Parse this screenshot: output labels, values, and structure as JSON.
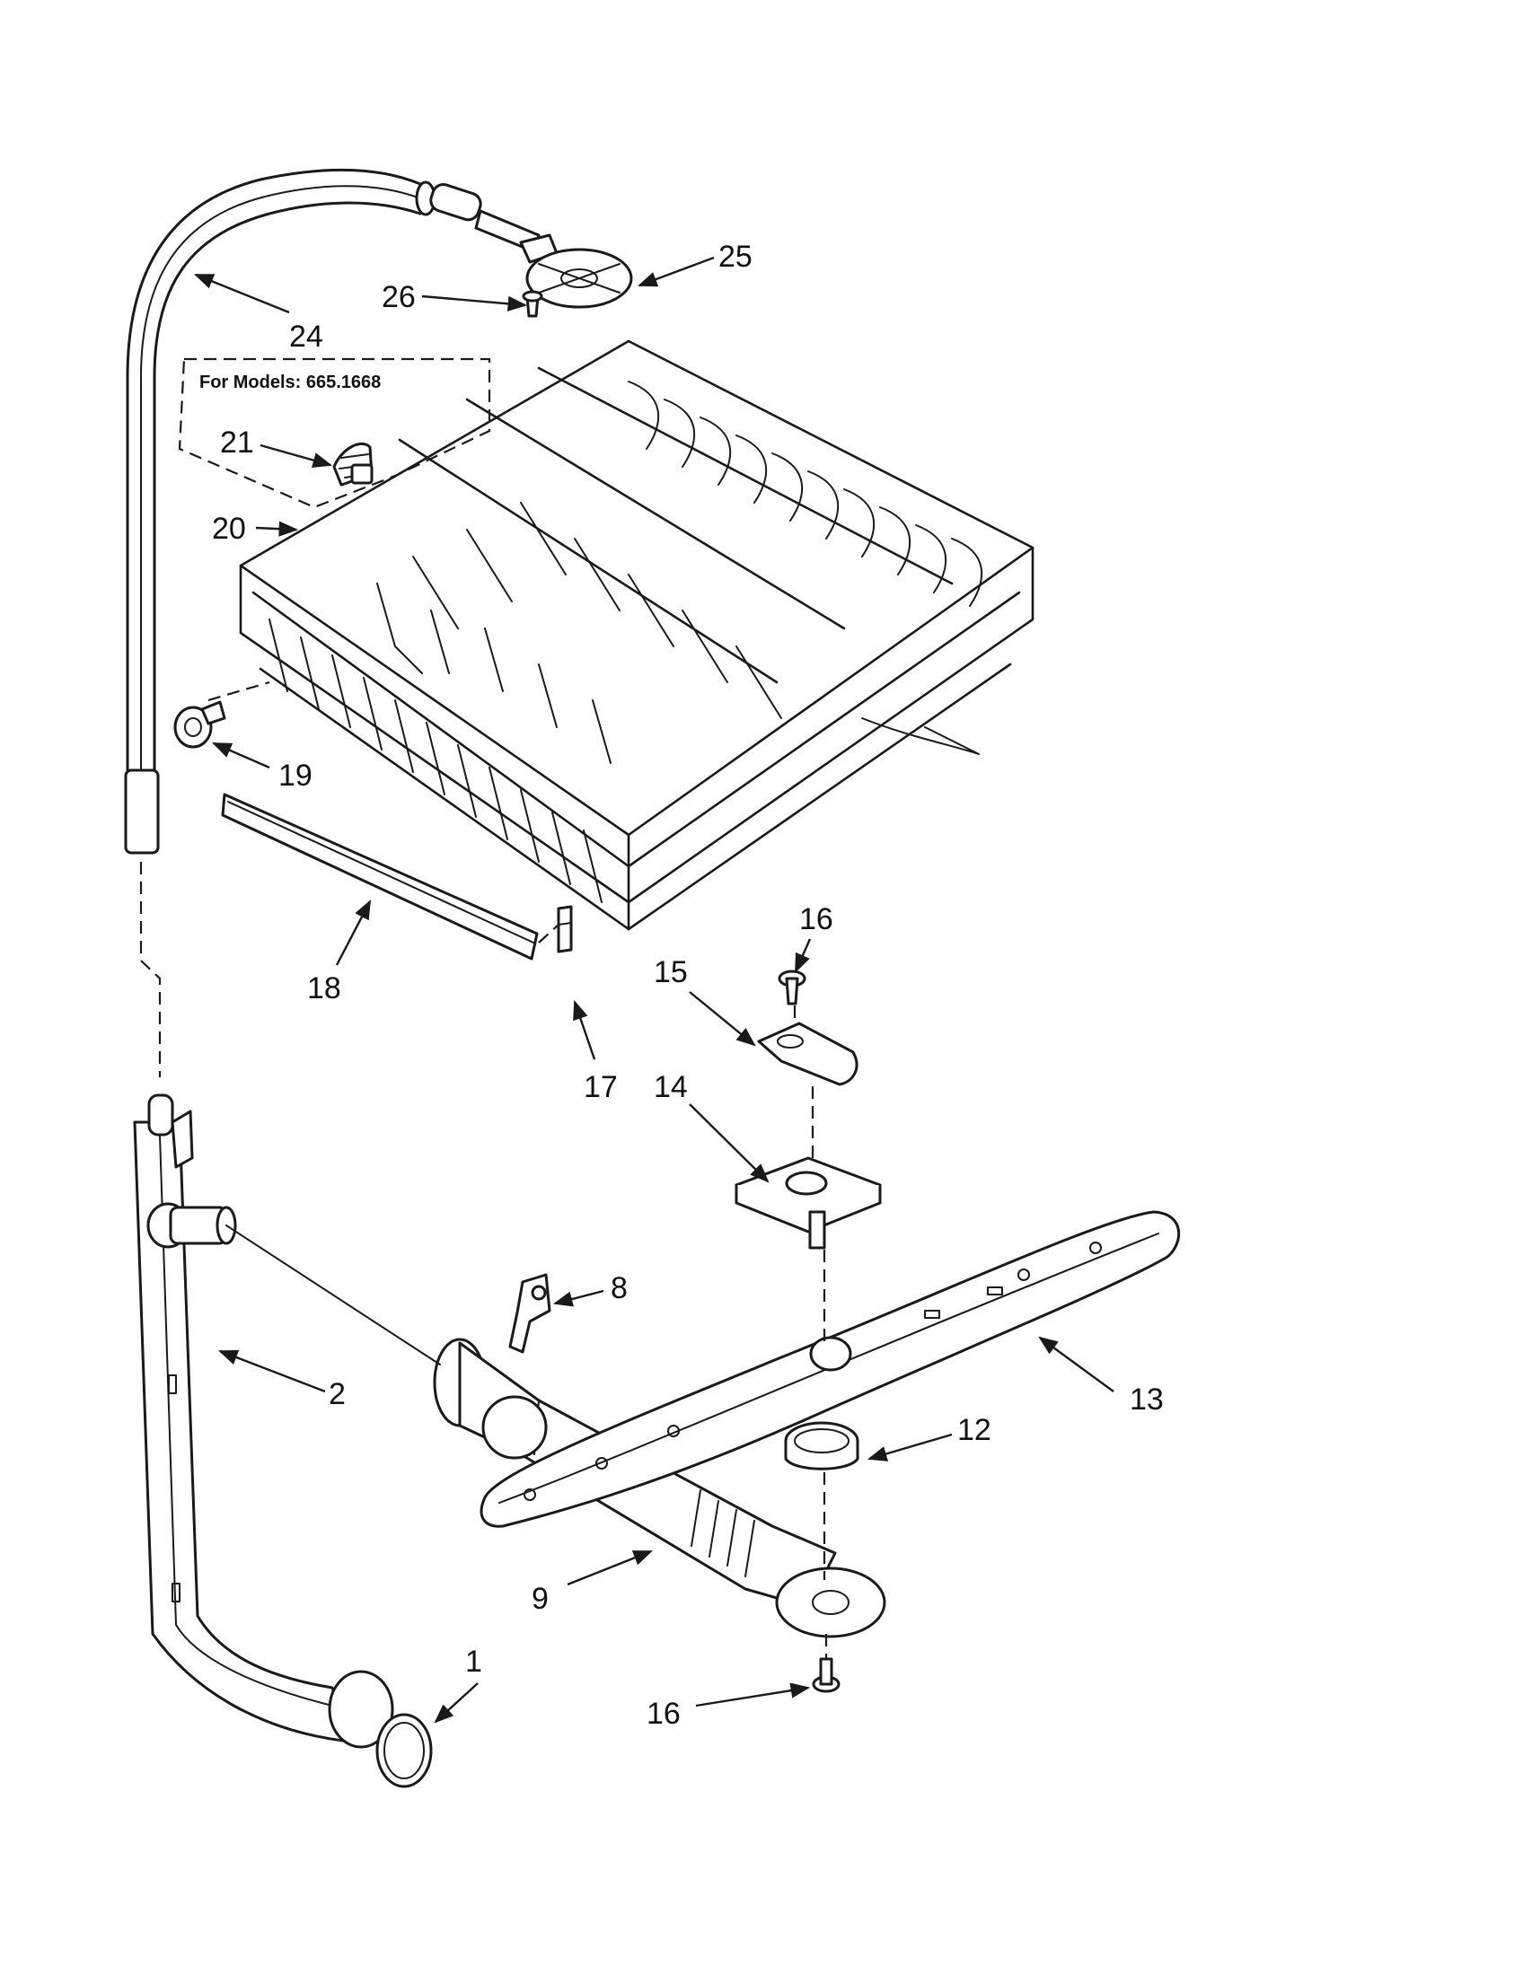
{
  "note": {
    "model_label": "For Models: 665.1668"
  },
  "callouts": {
    "c1": "1",
    "c2": "2",
    "c8": "8",
    "c9": "9",
    "c12": "12",
    "c13": "13",
    "c14": "14",
    "c15": "15",
    "c16_top": "16",
    "c16_bottom": "16",
    "c17": "17",
    "c18": "18",
    "c19": "19",
    "c20": "20",
    "c21": "21",
    "c24": "24",
    "c25": "25",
    "c26": "26"
  },
  "colors": {
    "line": "#1a1a1a",
    "background": "#ffffff"
  }
}
